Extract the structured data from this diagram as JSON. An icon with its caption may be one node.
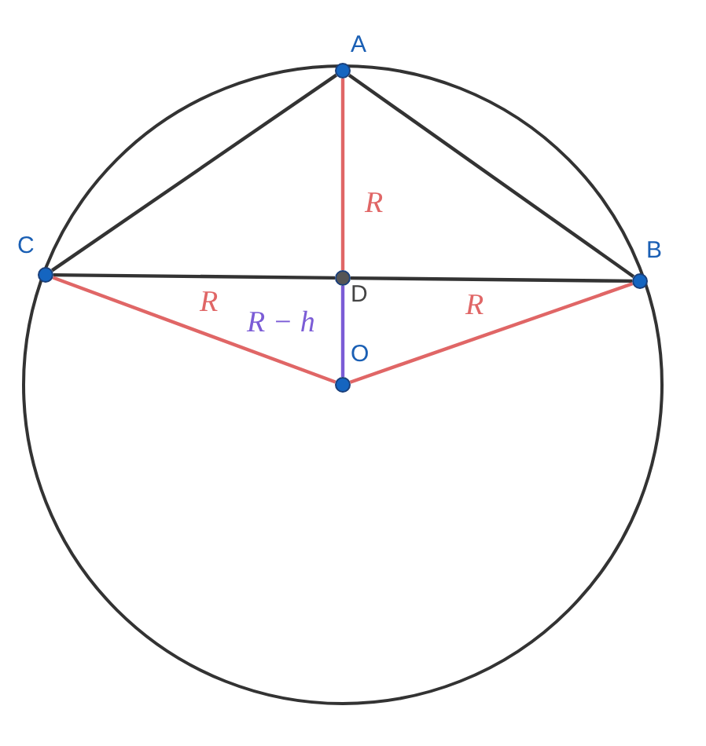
{
  "diagram": {
    "nodes": [
      {
        "text": [
          "A"
        ]
      },
      {
        "text": [
          "C"
        ]
      },
      {
        "text": [
          "D"
        ]
      },
      {
        "text": [
          "B"
        ]
      },
      {
        "text": [
          "O"
        ]
      }
    ],
    "edges": [
      {
        "from": 0,
        "to": 1,
        "arrow": "none"
      },
      {
        "from": 0,
        "to": 3,
        "arrow": "none"
      },
      {
        "from": 1,
        "to": 2,
        "arrow": "none"
      },
      {
        "from": 2,
        "to": 3,
        "arrow": "none"
      },
      {
        "from": 0,
        "to": 2,
        "arrow": "none",
        "label": "R",
        "color": "#e06666"
      },
      {
        "from": 1,
        "to": 4,
        "arrow": "none",
        "label": "R",
        "color": "#e06666"
      },
      {
        "from": 4,
        "to": 3,
        "arrow": "none",
        "label": "R",
        "color": "#e06666"
      },
      {
        "from": 2,
        "to": 4,
        "arrow": "none",
        "label": "R − h",
        "color": "#7b5cd6"
      }
    ]
  }
}
